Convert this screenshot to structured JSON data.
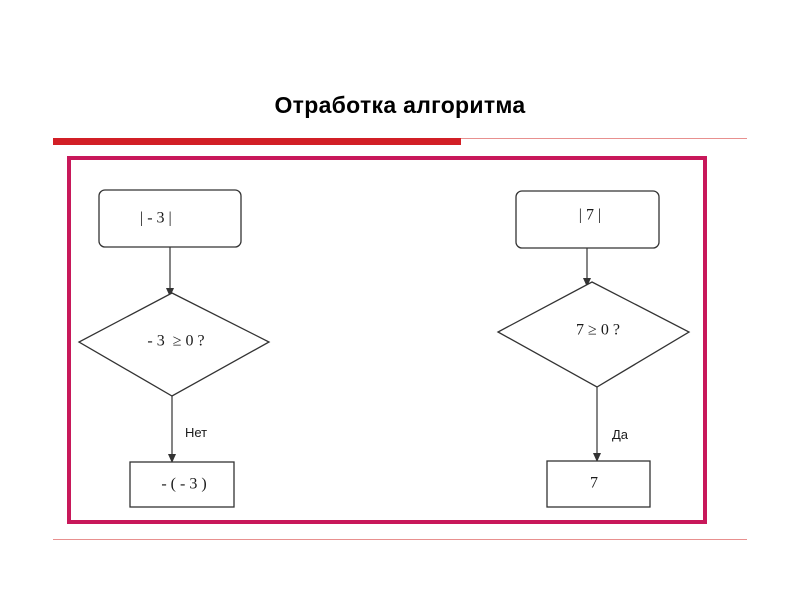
{
  "slide": {
    "title": "Отработка алгоритма"
  },
  "colors": {
    "accent_red": "#d21f26",
    "frame_magenta": "#c8185a",
    "rule_light": "#e8908f",
    "stroke": "#333333"
  },
  "flowchart_left": {
    "start_label": "| - 3 |",
    "condition_label": "- 3  ≥ 0 ?",
    "edge_label": "Нет",
    "result_label": "- ( - 3 )"
  },
  "flowchart_right": {
    "start_label": "| 7 |",
    "condition_label": "7 ≥ 0 ?",
    "edge_label": "Да",
    "result_label": "7"
  }
}
